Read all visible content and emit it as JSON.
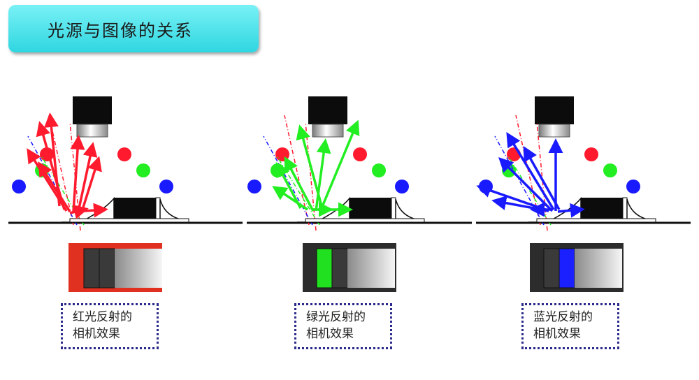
{
  "title": "光源与图像的关系",
  "colors": {
    "red": "#ff1a2e",
    "green": "#22ee22",
    "blue": "#1a1aff",
    "title_bg": "#3fe0ea"
  },
  "panels": [
    {
      "id": "red",
      "caption_line1": "红光反射的",
      "caption_line2": "相机效果",
      "light_color": "#ff1a2e"
    },
    {
      "id": "green",
      "caption_line1": "绿光反射的",
      "caption_line2": "相机效果",
      "light_color": "#22ee22"
    },
    {
      "id": "blue",
      "caption_line1": "蓝光反射的",
      "caption_line2": "相机效果",
      "light_color": "#1a1aff"
    }
  ]
}
